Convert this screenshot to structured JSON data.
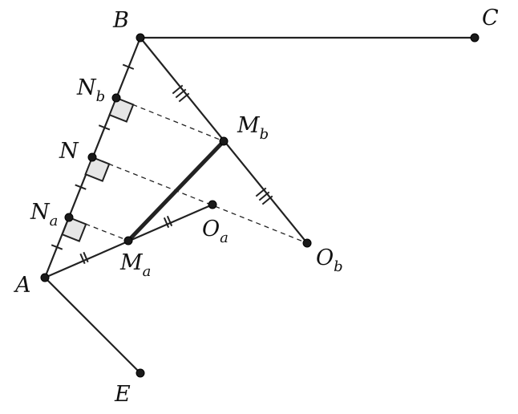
{
  "figure": {
    "points": {
      "B": {
        "label": "B",
        "sub": ""
      },
      "C": {
        "label": "C",
        "sub": ""
      },
      "Nb": {
        "label": "N",
        "sub": "b"
      },
      "Mb": {
        "label": "M",
        "sub": "b"
      },
      "N": {
        "label": "N",
        "sub": ""
      },
      "Na": {
        "label": "N",
        "sub": "a"
      },
      "Oa": {
        "label": "O",
        "sub": "a"
      },
      "Ob": {
        "label": "O",
        "sub": "b"
      },
      "A": {
        "label": "A",
        "sub": ""
      },
      "Ma": {
        "label": "M",
        "sub": "a"
      },
      "E": {
        "label": "E",
        "sub": ""
      }
    }
  }
}
